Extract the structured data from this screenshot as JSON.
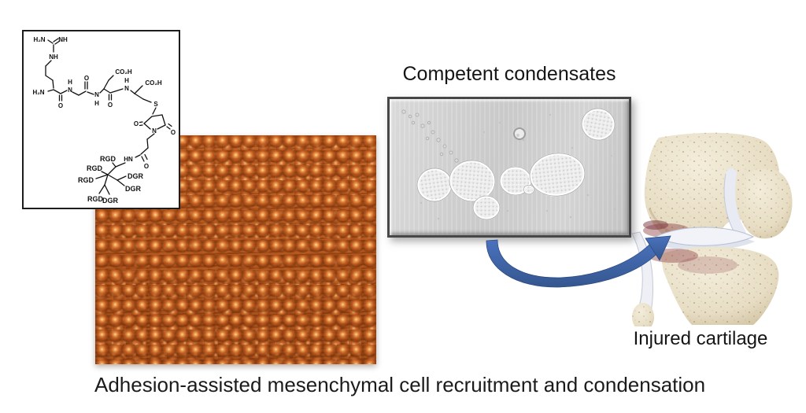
{
  "figure": {
    "condensates_title": "Competent condensates",
    "knee_label": "Injured cartilage",
    "caption": "Adhesion-assisted mesenchymal cell recruitment and condensation",
    "images": {
      "nanotopography": "orange-nanospike-surface-micrograph",
      "condensates_micrograph": "phase-contrast-cell-condensates",
      "knee": "knee-joint-bone-illustration"
    },
    "colors": {
      "arrow_blue": "#3d64ae",
      "surface_orange": "#b85a20",
      "bone_beige": "#e9e0cb",
      "injury_red": "#8e4348",
      "cartilage_white": "#eceff6"
    }
  },
  "chemical_structure": {
    "labels": [
      "H₂N",
      "NH",
      "NH",
      "H₂N",
      "O",
      "H",
      "N",
      "O",
      "N",
      "H",
      "CO₂H",
      "O",
      "H",
      "N",
      "CO₂H",
      "S",
      "O",
      "N",
      "O",
      "O",
      "HN",
      "RGD",
      "RGD",
      "RGD",
      "RGD",
      "DGR",
      "DGR",
      "DGR"
    ]
  }
}
